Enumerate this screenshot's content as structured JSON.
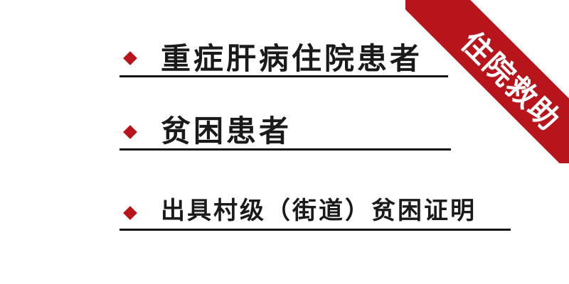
{
  "items": [
    {
      "text": "重症肝病住院患者"
    },
    {
      "text": "贫困患者"
    },
    {
      "text": "出具村级（街道）贫困证明"
    }
  ],
  "ribbon": {
    "text": "住院救助"
  },
  "colors": {
    "accent": "#b8141b",
    "text": "#1a1a1a",
    "line": "#111111"
  }
}
